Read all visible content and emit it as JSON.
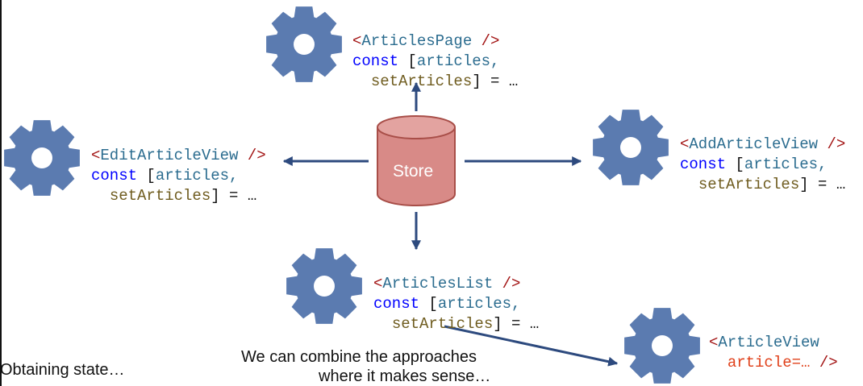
{
  "colors": {
    "gear": "#5b7bb0",
    "arrow": "#2d4a7e",
    "store_fill": "#d88a87",
    "store_stroke": "#a84e48"
  },
  "store": {
    "label": "Store"
  },
  "components": {
    "articles_page": {
      "tag": "ArticlesPage",
      "line1_kw": "const",
      "line1_rest": "articles,",
      "line2_fn": "setArticles",
      "line2_rest": "= …"
    },
    "edit_article_view": {
      "tag": "EditArticleView",
      "line1_kw": "const",
      "line1_rest": "articles,",
      "line2_fn": "setArticles",
      "line2_rest": "= …"
    },
    "add_article_view": {
      "tag": "AddArticleView",
      "line1_kw": "const",
      "line1_rest": "articles,",
      "line2_fn": "setArticles",
      "line2_rest": "= …"
    },
    "articles_list": {
      "tag": "ArticlesList",
      "line1_kw": "const",
      "line1_rest": "articles,",
      "line2_fn": "setArticles",
      "line2_rest": "= …"
    },
    "article_view": {
      "tag": "ArticleView",
      "attr": "article=…",
      "close": "/>"
    }
  },
  "captions": {
    "obtaining": "Obtaining state…",
    "combine_line1": "We can combine the approaches",
    "combine_line2": "where it makes sense…"
  },
  "icons": [
    "gear-icon",
    "database-icon",
    "arrow-icon"
  ]
}
